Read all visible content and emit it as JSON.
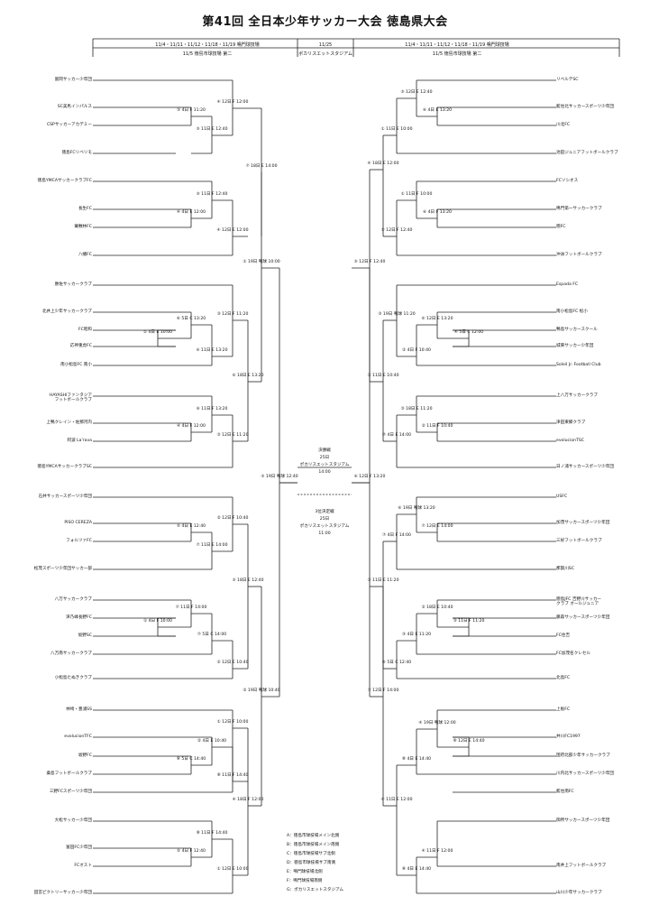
{
  "title": "第41回 全日本少年サッカー大会 徳島県大会",
  "header": {
    "left_line1": "11/4・11/11・11/12・11/18・11/19 鳴門球技場",
    "left_line2": "11/5 徳島市球技場 第二",
    "center_line1": "11/25",
    "center_line2": "ポカリスエットスタジアム",
    "right_line1": "11/4・11/11・11/12・11/18・11/19 鳴門球技場",
    "right_line2": "11/5 徳島市球技場 第二"
  },
  "left_teams": [
    "富岡サッカー少年団",
    "SC美馬インパルス",
    "CSPサッカーアカデミー",
    "徳島FCリベリモ",
    "徳島YMCAサッカークラブFC",
    "長生FC",
    "鷲敷林FC",
    "八幡FC",
    "勝佐サッカークラブ",
    "北井上少年サッカークラブ",
    "FC昭和",
    "応神重虎FC",
    "南小松島FC 南小",
    "HAYASHIファンタジア\nフットボールクラブ",
    "上鴨クレイン・佐那河内",
    "阿波 La'rava",
    "徳島YMCAサッカークラブSC",
    "石井サッカースポーツ少年団",
    "PISO CEREZA",
    "フォルツァFC",
    "松茂スポーツ少年団サッカー部",
    "八万サッカークラブ",
    "津乃峰長野FC",
    "坂野SC",
    "八万南サッカークラブ",
    "小松島たぬきクラブ",
    "林崎・豊浦SS",
    "evolucionTFC",
    "坂野FC",
    "桑島フットボールクラブ",
    "三野FCスポーツ少年団",
    "大松サッカー少年団",
    "富田FC少年団",
    "FCオスト",
    "田宮ピクトリーサッカー少年団"
  ],
  "right_teams": [
    "リベルテSC",
    "藍住北サッカースポーツ少年団",
    "川北FC",
    "池田ジュニアフットボールクラブ",
    "FCソシオス",
    "鳴門第一サッカークラブ",
    "徳FC",
    "沖洲フットボールクラブ",
    "Espada FC",
    "南小松島FC 松小",
    "鴨島サッカースクール",
    "城東サッカー少年団",
    "Soleil Jr. Football Club",
    "上八万サッカークラブ",
    "津田東郷クラブ",
    "evolucionTSC",
    "日ノ浦サッカースポーツ少年団",
    "USFC",
    "加茂サッカースポーツ少年団",
    "三好フットボールクラブ",
    "那賀川SC",
    "徳島JFC 吉野川サッカー\nクラブ オールジュニア",
    "藤森サッカースポーツ少年団",
    "FC住吉",
    "FC加茂名クレセル",
    "北島FC",
    "上板FC",
    "井川FC1997",
    "国府北部少年サッカークラブ",
    "川内北サッカースポーツ少年団",
    "藍住南FC",
    "御所サッカースポーツ少年団",
    "南井上フットボールクラブ",
    "山川少年サッカークラブ"
  ],
  "matches": [
    "④ 12日 F 12:00",
    "③ 4日 F 11:20",
    "⑤ 11日 E 12:40",
    "⑦ 18日 E 14:00",
    "⑤ 11日 F 12:40",
    "④ 4日 E 12:00",
    "④ 12日 E 12:00",
    "① 19日 鳴球 10:00",
    "③ 12日 F 11:20",
    "⑥ 5日 C 13:20",
    "① 4日 E 10:00",
    "⑥ 11日 E 13:20",
    "⑥ 18日 E 13:20",
    "⑥ 11日 F 13:20",
    "④ 4日 F 12:00",
    "③ 12日 E 11:20",
    "⑤ 19日 鳴球 12:40",
    "② 12日 F 10:40",
    "⑤ 4日 E 12:40",
    "⑦ 11日 E 14:00",
    "⑤ 18日 E 12:40",
    "⑦ 11日 F 14:00",
    "① 4日 F 10:00",
    "⑦ 5日 C 14:00",
    "② 12日 E 10:40",
    "② 19日 鳴球 10:40",
    "① 12日 F 10:00",
    "② 4日 E 10:40",
    "⑧ 5日 C 14:40",
    "⑧ 11日 F 14:40",
    "④ 18日 F 12:00",
    "⑧ 11日 F 14:40",
    "⑤ 4日 F 12:40",
    "① 12日 E 10:00",
    "⑤ 12日 E 12:40",
    "⑥ 4日 E 13:20",
    "① 11日 E 10:00",
    "④ 18日 E 12:00",
    "① 11日 F 10:00",
    "⑥ 4日 F 13:20",
    "⑤ 12日 F 12:40",
    "③ 19日 鳴球 11:20",
    "⑥ 12日 E 13:20",
    "④ 5日 C 12:00",
    "② 4日 F 10:40",
    "② 11日 E 10:40",
    "③ 18日 E 11:20",
    "② 11日 F 10:40",
    "⑦ 4日 E 14:00",
    "⑥ 12日 F 13:20",
    "⑥ 19日 鳴球 13:20",
    "⑦ 12日 E 14:00",
    "⑦ 4日 F 14:00",
    "③ 11日 E 11:20",
    "② 18日 E 10:40",
    "③ 11日 F 11:20",
    "③ 4日 E 11:20",
    "⑤ 5日 C 12:40",
    "⑦ 12日 F 14:00",
    "④ 19日 鳴球 12:00",
    "⑧ 12日 E 14:40",
    "⑧ 4日 E 14:40",
    "④ 11日 E 12:00",
    "① 18日 E 10:00",
    "④ 11日 F 12:00",
    "⑧ 4日 E 14:40",
    "⑧ 12日 F 14:40"
  ],
  "final": {
    "label": "決勝戦",
    "date": "25日",
    "venue": "ポカリスエットスタジアム",
    "time": "14:00"
  },
  "third": {
    "label": "3位決定戦",
    "date": "25日",
    "venue": "ポカリスエットスタジアム",
    "time": "11:00"
  },
  "legend": [
    "A：徳島市球技場メイン北側",
    "B：徳島市球技場メイン南側",
    "C：徳島市球技場サブ北側",
    "D：徳島市球技場サブ南側",
    "E：鳴門球技場北側",
    "F：鳴門球技場南側",
    "G：ポカリスエットスタジアム"
  ]
}
